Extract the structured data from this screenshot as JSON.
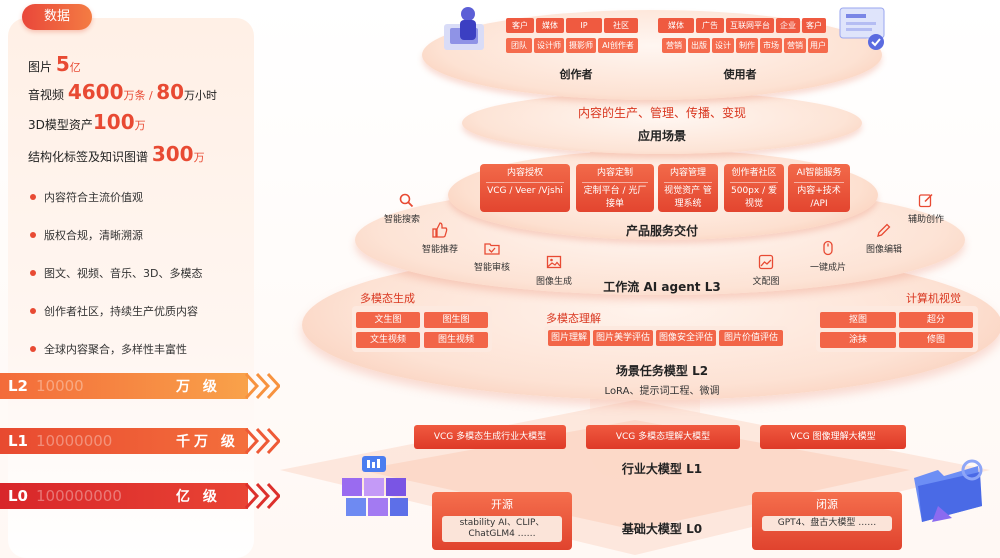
{
  "left": {
    "tag": "数据",
    "stats": [
      {
        "pre": "图片 ",
        "big": "5",
        "unit": "亿"
      },
      {
        "pre": "音视频 ",
        "big": "4600",
        "unit": "万条 / ",
        "big2": "80",
        "unit2": "万小时"
      },
      {
        "pre": "3D模型资产",
        "big": "100",
        "unit": "万"
      },
      {
        "pre": "结构化标签及知识图谱 ",
        "big": "300",
        "unit": "万"
      }
    ],
    "bullets": [
      "内容符合主流价值观",
      "版权合规，清晰溯源",
      "图文、视频、音乐、3D、多模态",
      "创作者社区，持续生产优质内容",
      "全球内容聚合，多样性丰富性"
    ],
    "levels": [
      {
        "code": "L2",
        "ghost": "10000",
        "label": "万 级"
      },
      {
        "code": "L1",
        "ghost": "10000000",
        "label": "千万 级"
      },
      {
        "code": "L0",
        "ghost": "100000000",
        "label": "亿 级"
      }
    ]
  },
  "top": {
    "creator_chips": [
      "客户",
      "媒体",
      "IP",
      "社区",
      "团队",
      "设计师",
      "摄影师",
      "AI创作者"
    ],
    "user_chips": [
      "媒体",
      "广告",
      "互联网平台",
      "企业",
      "客户",
      "营销",
      "出版",
      "设计",
      "制作",
      "市场",
      "营销",
      "用户"
    ],
    "creator_label": "创作者",
    "user_label": "使用者"
  },
  "scene": {
    "sub": "内容的生产、管理、传播、变现",
    "title": "应用场景"
  },
  "delivery": {
    "title": "产品服务交付",
    "services": [
      {
        "head": "内容授权",
        "body": "VCG / Veer /Vjshi"
      },
      {
        "head": "内容定制",
        "body": "定制平台 / 光厂接单"
      },
      {
        "head": "内容管理",
        "body": "视觉资产 管理系统"
      },
      {
        "head": "创作者社区",
        "body": "500px / 爱视觉"
      },
      {
        "head": "AI智能服务",
        "body": "内容+技术 /API"
      }
    ]
  },
  "workflow": {
    "title": "工作流 AI agent L3",
    "features": [
      "智能搜索",
      "智能推荐",
      "智能审核",
      "图像生成",
      "文配图",
      "一键成片",
      "图像编辑",
      "辅助创作"
    ]
  },
  "l2": {
    "title": "场景任务模型 L2",
    "sub": "LoRA、提示词工程、微调",
    "gen_title": "多模态生成",
    "gen_cells": [
      "文生图",
      "图生图",
      "文生视频",
      "图生视频"
    ],
    "und_title": "多模态理解",
    "und_cells": [
      "图片理解",
      "图片美学评估",
      "图像安全评估",
      "图片价值评估"
    ],
    "cv_title": "计算机视觉",
    "cv_cells": [
      "抠图",
      "超分",
      "涂抹",
      "修图"
    ]
  },
  "l1": {
    "title": "行业大模型 L1",
    "models": [
      "VCG 多模态生成行业大模型",
      "VCG 多模态理解大模型",
      "VCG 图像理解大模型"
    ]
  },
  "l0": {
    "title": "基础大模型 L0",
    "open_title": "开源",
    "open_body": "stability AI、CLIP、 ChatGLM4 ……",
    "closed_title": "闭源",
    "closed_body": "GPT4、盘古大模型 ……"
  },
  "colors": {
    "accent": "#e84a33",
    "accent2": "#f47c43"
  }
}
